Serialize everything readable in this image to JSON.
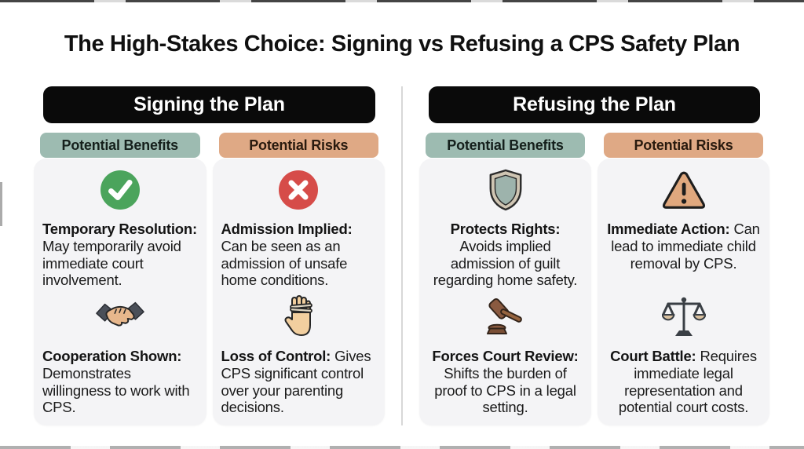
{
  "title": "The High-Stakes Choice: Signing vs Refusing a CPS Safety Plan",
  "colors": {
    "benefits_chip": "#9DBBB1",
    "risks_chip": "#DFA985",
    "header_bar": "#0A0A0A",
    "panel_bg": "#F4F4F6",
    "check_green": "#4BA45C",
    "cross_red": "#D64C49",
    "warning_tan": "#E0A87E",
    "divider_gray": "#D8D8D8"
  },
  "columns": [
    {
      "header": "Signing the Plan",
      "sections": [
        {
          "label": "Potential Benefits",
          "cards": [
            {
              "icon": "check-circle-icon",
              "term": "Temporary Resolution:",
              "body": "May temporarily avoid immediate court involvement."
            },
            {
              "icon": "handshake-icon",
              "term": "Cooperation Shown:",
              "body": "Demonstrates willingness to work with CPS."
            }
          ]
        },
        {
          "label": "Potential Risks",
          "cards": [
            {
              "icon": "cross-circle-icon",
              "term": "Admission Implied:",
              "body": "Can be seen as an admission of unsafe home conditions."
            },
            {
              "icon": "bound-hand-icon",
              "term": "Loss of Control:",
              "body": "Gives CPS significant control over your parenting decisions."
            }
          ]
        }
      ]
    },
    {
      "header": "Refusing the Plan",
      "sections": [
        {
          "label": "Potential Benefits",
          "cards": [
            {
              "icon": "shield-icon",
              "term": "Protects Rights:",
              "body": "Avoids implied admission of guilt regarding home safety."
            },
            {
              "icon": "gavel-icon",
              "term": "Forces Court Review:",
              "body": "Shifts the burden of proof to CPS in a legal setting."
            }
          ]
        },
        {
          "label": "Potential Risks",
          "cards": [
            {
              "icon": "warning-triangle-icon",
              "term": "Immediate Action:",
              "body": "Can lead to immediate child removal by CPS."
            },
            {
              "icon": "scales-icon",
              "term": "Court Battle:",
              "body": "Requires immediate legal representation and potential court costs."
            }
          ]
        }
      ]
    }
  ]
}
